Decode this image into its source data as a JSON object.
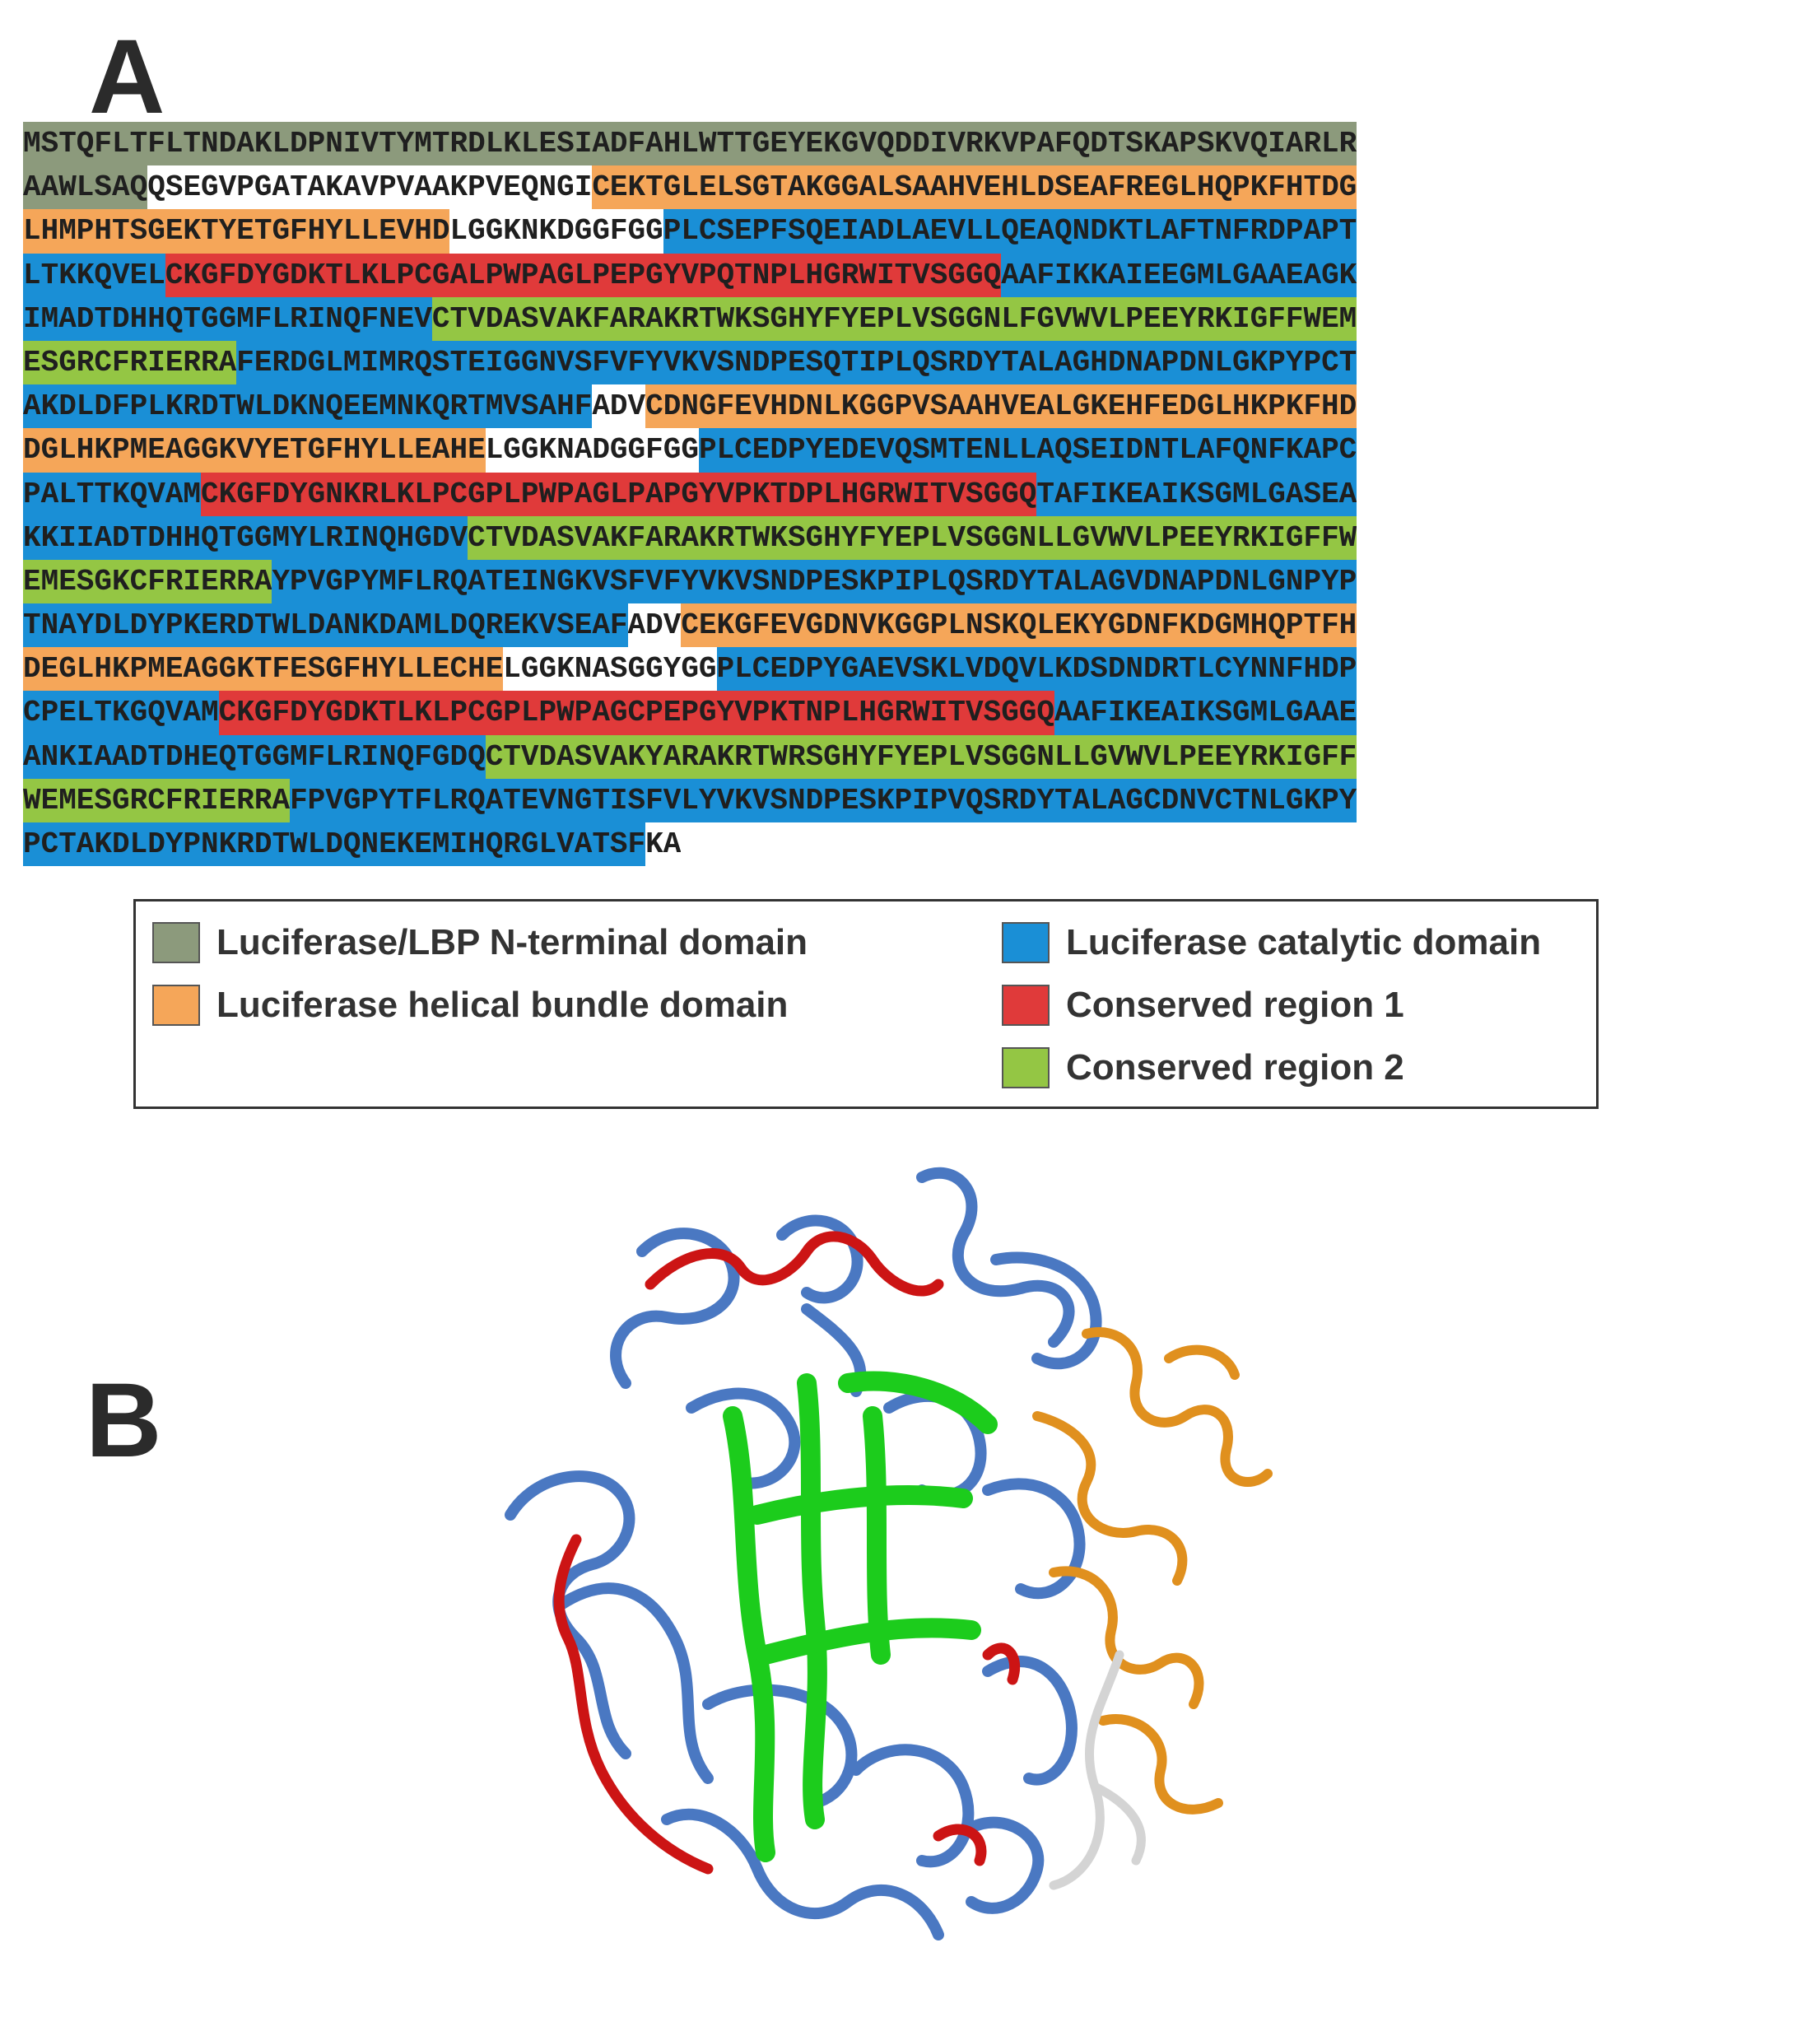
{
  "panel_a_label": "A",
  "panel_b_label": "B",
  "colors": {
    "nterm": "#8c9a7c",
    "helical": "#f5a659",
    "catalytic": "#1a8fd6",
    "cr1": "#e03a3a",
    "cr2": "#94c644",
    "none": "#ffffff",
    "ribbon_catalytic": "#4a78c2",
    "ribbon_cr1": "#cc1414",
    "ribbon_cr2": "#1ccc1c",
    "ribbon_helical": "#e0901e",
    "ribbon_linker": "#d4d4d4"
  },
  "sequence_rows": [
    [
      {
        "t": "MSTQFLTFLTNDAKLDPNIVTYMTRDLKLESIADFAHLWTTGEYEKGVQDDIVRKVPAFQDTSKAPSKVQIARLR",
        "d": "nterm"
      }
    ],
    [
      {
        "t": "AAWLSAQ",
        "d": "nterm"
      },
      {
        "t": "QSEGVPGATAKAVPVAAKPVEQNGI",
        "d": "none"
      },
      {
        "t": "CEKTGLELSGTAKGGALSAAHVEHLDSEAFREGLHQPKFHTDG",
        "d": "helical"
      }
    ],
    [
      {
        "t": "LHMPHTSGEKTYETGFHYLLEVHD",
        "d": "helical"
      },
      {
        "t": "LGGKNKDGGFGG",
        "d": "none"
      },
      {
        "t": "PLCSEPFSQEIADLAEVLLQEAQNDKTLAFTNFRDPAPT",
        "d": "catalytic"
      }
    ],
    [
      {
        "t": "LTKKQVEL",
        "d": "catalytic"
      },
      {
        "t": "CKGFDYGDKTLKLPCGALPWPAGLPEPGYVPQTNPLHGRWITVSGGQ",
        "d": "cr1"
      },
      {
        "t": "AAFIKKAIEEGMLGAAEAGK",
        "d": "catalytic"
      }
    ],
    [
      {
        "t": "IMADTDHHQTGGMFLRINQFNEV",
        "d": "catalytic"
      },
      {
        "t": "CTVDASVAKFARAKRTWKSGHYFYEPLVSGGNLFGVWVLPEEYRKIGFFWEM",
        "d": "cr2"
      }
    ],
    [
      {
        "t": "ESGRCFRIERRA",
        "d": "cr2"
      },
      {
        "t": "FERDGLMIMRQSTEIGGNVSFVFYVKVSNDPESQTIPLQSRDYTALAGHDNAPDNLGKPYPCT",
        "d": "catalytic"
      }
    ],
    [
      {
        "t": "AKDLDFPLKRDTWLDKNQEEMNKQRTMVSAHF",
        "d": "catalytic"
      },
      {
        "t": "ADV",
        "d": "none"
      },
      {
        "t": "CDNGFEVHDNLKGGPVSAAHVEALGKEHFEDGLHKPKFHD",
        "d": "helical"
      }
    ],
    [
      {
        "t": "DGLHKPMEAGGKVYETGFHYLLEAHE",
        "d": "helical"
      },
      {
        "t": "LGGKNADGGFGG",
        "d": "none"
      },
      {
        "t": "PLCEDPYEDEVQSMTENLLAQSEIDNTLAFQNFKAPC",
        "d": "catalytic"
      }
    ],
    [
      {
        "t": "PALTTKQVAM",
        "d": "catalytic"
      },
      {
        "t": "CKGFDYGNKRLKLPCGPLPWPAGLPAPGYVPKTDPLHGRWITVSGGQ",
        "d": "cr1"
      },
      {
        "t": "TAFIKEAIKSGMLGASEA",
        "d": "catalytic"
      }
    ],
    [
      {
        "t": "KKIIADTDHHQTGGMYLRINQHGDV",
        "d": "catalytic"
      },
      {
        "t": "CTVDASVAKFARAKRTWKSGHYFYEPLVSGGNLLGVWVLPEEYRKIGFFW",
        "d": "cr2"
      }
    ],
    [
      {
        "t": "EMESGKCFRIERRA",
        "d": "cr2"
      },
      {
        "t": "YPVGPYMFLRQATEINGKVSFVFYVKVSNDPESKPIPLQSRDYTALAGVDNAPDNLGNPYP",
        "d": "catalytic"
      }
    ],
    [
      {
        "t": "TNAYDLDYPKERDTWLDANKDAMLDQREKVSEAF",
        "d": "catalytic"
      },
      {
        "t": "ADV",
        "d": "none"
      },
      {
        "t": "CEKGFEVGDNVKGGPLNSKQLEKYGDNFKDGMHQPTFH",
        "d": "helical"
      }
    ],
    [
      {
        "t": "DEGLHKPMEAGGKTFESGFHYLLECHE",
        "d": "helical"
      },
      {
        "t": "LGGKNASGGYGG",
        "d": "none"
      },
      {
        "t": "PLCEDPYGAEVSKLVDQVLKDSDNDRTLCYNNFHDP",
        "d": "catalytic"
      }
    ],
    [
      {
        "t": "CPELTKGQVAM",
        "d": "catalytic"
      },
      {
        "t": "CKGFDYGDKTLKLPCGPLPWPAGCPEPGYVPKTNPLHGRWITVSGGQ",
        "d": "cr1"
      },
      {
        "t": "AAFIKEAIKSGMLGAAE",
        "d": "catalytic"
      }
    ],
    [
      {
        "t": "ANKIAADTDHEQTGGMFLRINQFGDQ",
        "d": "catalytic"
      },
      {
        "t": "CTVDASVAKYARAKRTWRSGHYFYEPLVSGGNLLGVWVLPEEYRKIGFF",
        "d": "cr2"
      }
    ],
    [
      {
        "t": "WEMESGRCFRIERRA",
        "d": "cr2"
      },
      {
        "t": "FPVGPYTFLRQATEVNGTISFVLYVKVSNDPESKPIPVQSRDYTALAGCDNVCTNLGKPY",
        "d": "catalytic"
      }
    ],
    [
      {
        "t": "PCTAKDLDYPNKRDTWLDQNEKEMIHQRGLVATSF",
        "d": "catalytic"
      },
      {
        "t": "KA",
        "d": "none"
      }
    ]
  ],
  "legend": {
    "nterm": "Luciferase/LBP N-terminal domain",
    "helical": "Luciferase helical bundle domain",
    "catalytic": "Luciferase catalytic domain",
    "cr1": "Conserved region 1",
    "cr2": "Conserved region 2"
  }
}
